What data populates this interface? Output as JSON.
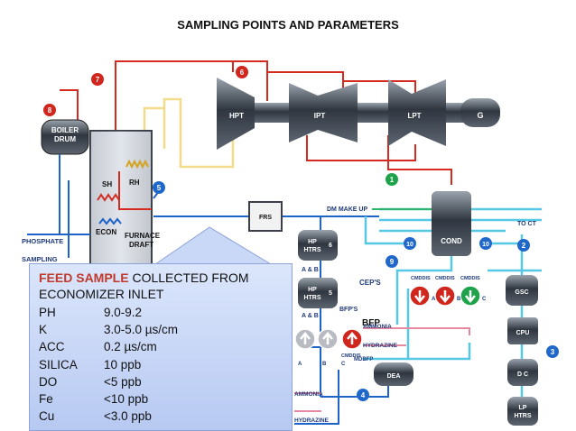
{
  "title": "SAMPLING POINTS AND PARAMETERS",
  "labels": {
    "boiler_line1": "BOILER",
    "boiler_line2": "DRUM",
    "sh": "SH",
    "rh": "RH",
    "econ": "ECON",
    "furnace_line1": "FURNACE",
    "furnace_line2": "DRAFT",
    "phosphate": "PHOSPHATE",
    "sampling": "SAMPLING",
    "hpt": "HPT",
    "ipt": "IPT",
    "lpt": "LPT",
    "gen": "G",
    "frs": "FRS",
    "dm_makeup": "DM MAKE UP",
    "to_ct": "TO CT",
    "cond": "COND",
    "hp_htrs_1": "HP",
    "hp_htrs_2": "HTRS",
    "hp_htrs_num_a": "6",
    "hp_htrs_num_b": "5",
    "ab": "A & B",
    "ceps": "CEP'S",
    "cmddis": "CMDDIS",
    "cep_a": "A",
    "cep_b": "B",
    "cep_c": "C",
    "gsc": "GSC",
    "cpu": "CPU",
    "dc": "D C",
    "lp_htrs_1": "LP",
    "lp_htrs_2": "HTRS",
    "bfps": "BFP'S",
    "bfp": "BFP",
    "ammonia": "AMMONIA",
    "hydrazine": "HYDRAZINE",
    "mdbfp": "MDBFP",
    "dea": "DEA",
    "bfp_a": "A",
    "bfp_b": "B",
    "bfp_c": "C"
  },
  "sampling_points": [
    "6",
    "7",
    "8",
    "5",
    "1",
    "9",
    "10",
    "10",
    "2",
    "3",
    "4"
  ],
  "callout": {
    "head_red": "FEED SAMPLE",
    "head_rest": " COLLECTED FROM",
    "head_line2": "ECONOMIZER INLET",
    "params": [
      {
        "name": "PH",
        "value": "9.0-9.2"
      },
      {
        "name": "K",
        "value": "3.0-5.0 µs/cm"
      },
      {
        "name": "ACC",
        "value": "0.2 µs/cm"
      },
      {
        "name": "SILICA",
        "value": "10 ppb"
      },
      {
        "name": "DO",
        "value": "<5 ppb"
      },
      {
        "name": "Fe",
        "value": "<10 ppb"
      },
      {
        "name": "Cu",
        "value": "<3.0 ppb"
      }
    ]
  },
  "colors": {
    "steam": "#d42a1f",
    "feedwater": "#1e63c8",
    "condensate": "#56c8e6",
    "dm": "#2fb36a",
    "chemical": "#e58aa0",
    "reheat": "#f2dc8a",
    "equipment": "#3a3f4a",
    "marker_red": "#d0261d",
    "marker_blue": "#1f67c9",
    "marker_green": "#1fa34a"
  }
}
